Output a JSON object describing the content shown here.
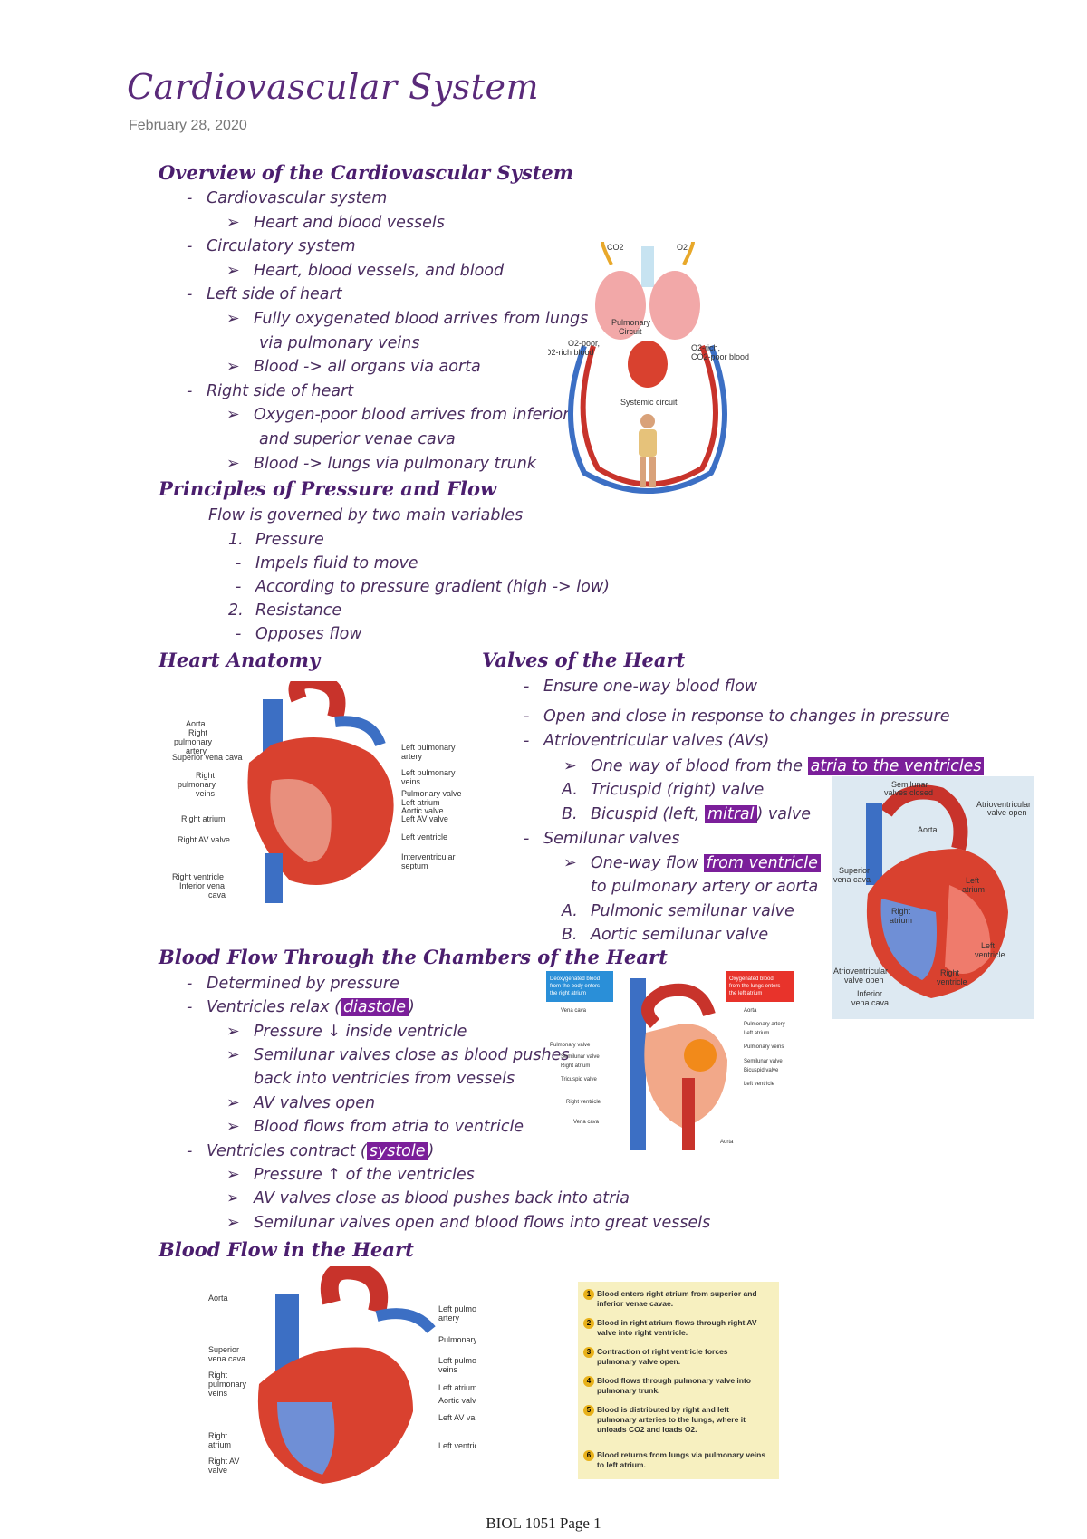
{
  "header": {
    "title": "Cardiovascular System",
    "date": "February 28, 2020"
  },
  "overview": {
    "heading": "Overview of the Cardiovascular System",
    "items": [
      {
        "text": "Cardiovascular system",
        "level": 1
      },
      {
        "text": "Heart and blood vessels",
        "level": 2
      },
      {
        "text": "Circulatory system",
        "level": 1
      },
      {
        "text": "Heart, blood vessels, and blood",
        "level": 2
      },
      {
        "text": "Left side of heart",
        "level": 1
      },
      {
        "text": "Fully oxygenated blood arrives from lungs",
        "level": 2
      },
      {
        "text": "via pulmonary veins",
        "level": 3
      },
      {
        "text": "Blood -> all organs via aorta",
        "level": 2
      },
      {
        "text": "Right side of heart",
        "level": 1
      },
      {
        "text": "Oxygen-poor blood arrives from inferior",
        "level": 2
      },
      {
        "text": "and superior venae cava",
        "level": 3
      },
      {
        "text": "Blood -> lungs via pulmonary trunk",
        "level": 2
      }
    ]
  },
  "circuit_figure": {
    "co2": "CO2",
    "o2": "O2",
    "pulmonary": "Pulmonary",
    "circuit": "Circuit",
    "o2poor": "O2-poor,",
    "co2rich": "CO2-rich blood",
    "o2rich": "O2-rich,",
    "co2poor": "CO2-poor blood",
    "systemic": "Systemic circuit"
  },
  "pressure": {
    "heading": "Principles of Pressure and Flow",
    "intro": "Flow is governed by two main variables",
    "n1": "1.",
    "p1": "Pressure",
    "p1a": "Impels fluid to move",
    "p1b": "According to pressure gradient (high -> low)",
    "n2": "2.",
    "p2": "Resistance",
    "p2a": "Opposes flow"
  },
  "anatomy": {
    "heading": "Heart Anatomy",
    "labels": {
      "aorta": "Aorta",
      "rpa1": "Right",
      "rpa2": "pulmonary",
      "rpa3": "artery",
      "svc": "Superior vena cava",
      "rpv1": "Right",
      "rpv2": "pulmonary",
      "rpv3": "veins",
      "ra": "Right atrium",
      "rav": "Right AV valve",
      "rv": "Right ventricle",
      "ivc1": "Inferior vena",
      "ivc2": "cava",
      "lpa1": "Left pulmonary",
      "lpa2": "artery",
      "lpv1": "Left pulmonary",
      "lpv2": "veins",
      "pv": "Pulmonary valve",
      "la": "Left atrium",
      "av": "Aortic valve",
      "lav": "Left AV valve",
      "lv": "Left ventricle",
      "ivs1": "Interventricular",
      "ivs2": "septum"
    }
  },
  "valves": {
    "heading": "Valves of the Heart",
    "l1": "Ensure one-way blood flow",
    "l2": "Open and close in response to changes in pressure",
    "l3": "Atrioventricular valves (AVs)",
    "l4a": "One way of blood from the ",
    "l4b": "atria to the ventricles",
    "l5m": "A.",
    "l5": "Tricuspid (right) valve",
    "l6m": "B.",
    "l6a": "Bicuspid (left, ",
    "l6b": "mitral",
    "l6c": ") valve",
    "l7": "Semilunar valves",
    "l8a": "One-way flow ",
    "l8b": "from ventricle",
    "l9": "to pulmonary artery or aorta",
    "l10m": "A.",
    "l10": "Pulmonic semilunar valve",
    "l11m": "B.",
    "l11": "Aortic semilunar valve",
    "fig": {
      "semi1": "Semilunar",
      "semi2": "valves closed",
      "avo1": "Atrioventricular",
      "avo2": "valve open",
      "aorta": "Aorta",
      "svc1": "Superior",
      "svc2": "vena cava",
      "la1": "Left",
      "la2": "atrium",
      "ra1": "Right",
      "ra2": "atrium",
      "lv1": "Left",
      "lv2": "ventricle",
      "rv1": "Right",
      "rv2": "ventricle",
      "avc1": "Atrioventricular",
      "avc2": "valve open",
      "ivc1": "Inferior",
      "ivc2": "vena cava"
    }
  },
  "chambers": {
    "heading": "Blood Flow Through the Chambers of the Heart",
    "l1": "Determined by pressure",
    "l2a": "Ventricles relax (",
    "l2b": "diastole",
    "l2c": ")",
    "l3": "Pressure ↓ inside ventricle",
    "l4": "Semilunar valves close as blood pushes",
    "l5": "back into ventricles from vessels",
    "l6": "AV valves open",
    "l7": "Blood flows from atria to ventricle",
    "l8a": "Ventricles contract (",
    "l8b": "systole",
    "l8c": ")",
    "l9": "Pressure ↑ of the ventricles",
    "l10": "AV valves close as blood pushes back into atria",
    "l11": "Semilunar valves open and blood flows into great vessels",
    "fig": {
      "deox1": "Deoxygenated blood",
      "deox2": "from the body enters",
      "deox3": "the right atrium",
      "ox1": "Oxygenated blood",
      "ox2": "from the lungs enters",
      "ox3": "the left atrium",
      "venacava": "Vena cava",
      "aorta": "Aorta",
      "pa": "Pulmonary artery",
      "la": "Left atrium",
      "pulmv": "Pulmonary valve",
      "pveins": "Pulmonary veins",
      "semil": "Semilunar valve",
      "ra": "Right atrium",
      "semil2": "Semilunar valve",
      "bicus": "Bicuspid valve",
      "tric": "Tricuspid valve",
      "lv": "Left ventricle",
      "rv": "Right ventricle",
      "venacava2": "Vena cava",
      "aorta2": "Aorta"
    }
  },
  "flow": {
    "heading": "Blood Flow in the Heart",
    "fig": {
      "aorta": "Aorta",
      "svc1": "Superior",
      "svc2": "vena cava",
      "rpv1": "Right",
      "rpv2": "pulmonary",
      "rpv3": "veins",
      "ra1": "Right",
      "ra2": "atrium",
      "rav1": "Right AV",
      "rav2": "valve",
      "lpa1": "Left pulmonary",
      "lpa2": "artery",
      "pt": "Pulmonary trunk",
      "lpv1": "Left pulmonary",
      "lpv2": "veins",
      "la": "Left atrium",
      "av": "Aortic valve",
      "lav": "Left AV valve",
      "lv": "Left ventricle"
    },
    "steps": [
      {
        "n": "1",
        "text": "Blood enters right atrium from superior and inferior venae cavae."
      },
      {
        "n": "2",
        "text": "Blood in right atrium flows through right AV valve into right ventricle."
      },
      {
        "n": "3",
        "text": "Contraction of right ventricle forces pulmonary valve open."
      },
      {
        "n": "4",
        "text": "Blood flows through pulmonary valve into pulmonary trunk."
      },
      {
        "n": "5",
        "text": "Blood is distributed by right and left pulmonary arteries to the lungs, where it unloads CO2 and loads O2."
      },
      {
        "n": "6",
        "text": "Blood returns from lungs via pulmonary veins to left atrium."
      }
    ]
  },
  "footer": {
    "text": "BIOL 1051 Page 1"
  },
  "colors": {
    "heading": "#4b1e6e",
    "highlight": "#7b1f9a",
    "vein_blue": "#3c6fc4",
    "artery_red": "#c8332b",
    "legend_bg": "#f7f0c0"
  }
}
